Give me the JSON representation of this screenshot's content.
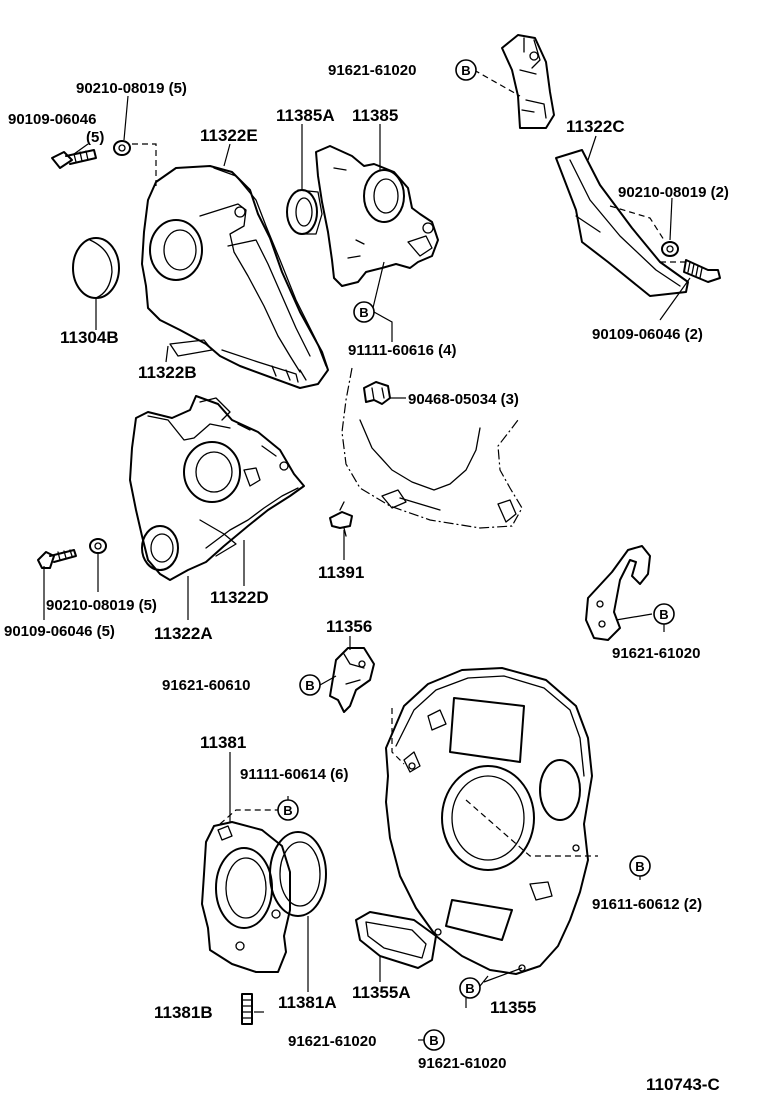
{
  "labels": {
    "p91621_61020_top": "91621-61020",
    "p90210_08019_left": "90210-08019 (5)",
    "p90109_06046_left_a": "90109-06046",
    "p90109_06046_left_b": "(5)",
    "p11322E": "11322E",
    "p11385A": "11385A",
    "p11385": "11385",
    "p11322C": "11322C",
    "p90210_08019_right": "90210-08019 (2)",
    "p11304B": "11304B",
    "p11322B": "11322B",
    "p91111_60616": "91111-60616 (4)",
    "p90109_06046_right": "90109-06046 (2)",
    "p90468_05034": "90468-05034 (3)",
    "p11391": "11391",
    "p90210_08019_low": "90210-08019 (5)",
    "p11322D": "11322D",
    "p90109_06046_low": "90109-06046 (5)",
    "p11322A": "11322A",
    "p91621_61020_right": "91621-61020",
    "p11356": "11356",
    "p91621_60610": "91621-60610",
    "p11381": "11381",
    "p91111_60614": "91111-60614 (6)",
    "p91611_60612": "91611-60612 (2)",
    "p11381B": "11381B",
    "p11381A": "11381A",
    "p11355A": "11355A",
    "p11355": "11355",
    "p91621_61020_bottom_left": "91621-61020",
    "p91621_61020_bottom_right": "91621-61020",
    "diagram_number": "110743-C"
  },
  "bolt_marker": "B",
  "colors": {
    "line": "#000000",
    "background": "#ffffff"
  }
}
